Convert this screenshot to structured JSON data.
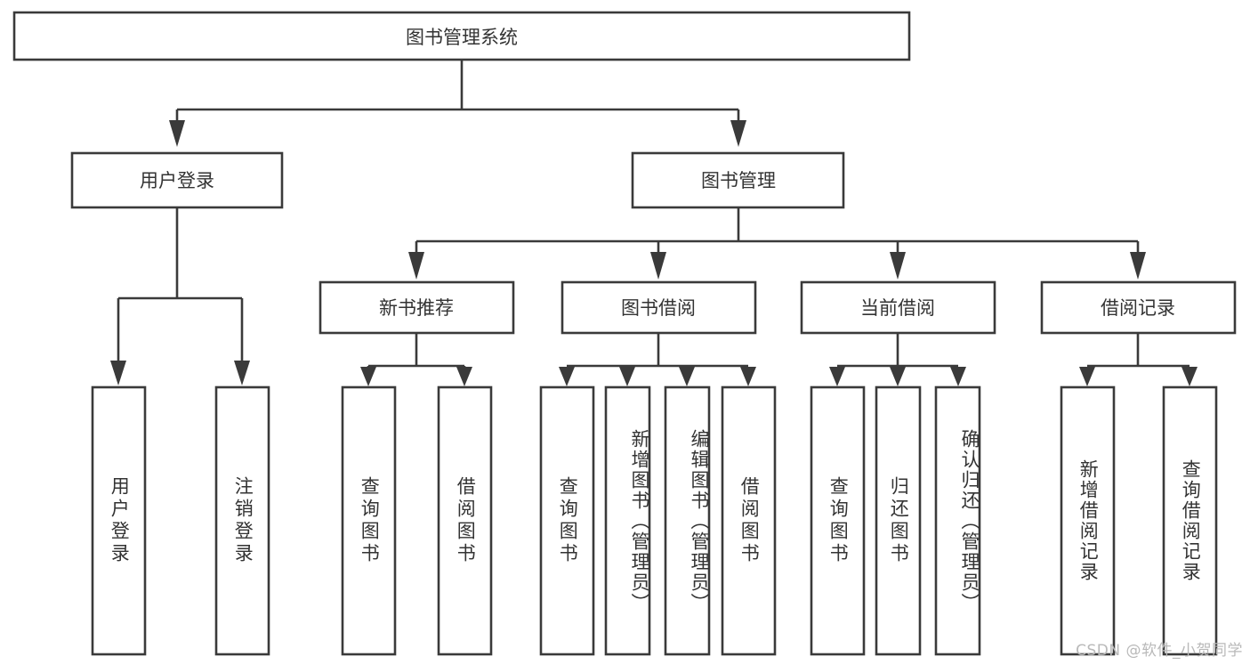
{
  "diagram": {
    "title": "图书管理系统",
    "type": "tree-hierarchy-chart",
    "orientation": "top-down",
    "colors": {
      "background": "#ffffff",
      "node_fill": "#ffffff",
      "node_stroke": "#3a3a3a",
      "text": "#333333",
      "watermark": "#b9b9b9"
    },
    "root": {
      "label": "图书管理系统"
    },
    "level2": [
      {
        "id": "user-login",
        "label": "用户登录"
      },
      {
        "id": "book-manage",
        "label": "图书管理"
      }
    ],
    "level3": [
      {
        "id": "new-book-recommend",
        "label": "新书推荐",
        "parent": "book-manage"
      },
      {
        "id": "book-borrow",
        "label": "图书借阅",
        "parent": "book-manage"
      },
      {
        "id": "current-borrow",
        "label": "当前借阅",
        "parent": "book-manage"
      },
      {
        "id": "borrow-record",
        "label": "借阅记录",
        "parent": "book-manage"
      }
    ],
    "leaves": [
      {
        "id": "leaf-user-login",
        "label": "用户登录",
        "parent": "user-login"
      },
      {
        "id": "leaf-user-logout",
        "label": "注销登录",
        "parent": "user-login"
      },
      {
        "id": "leaf-query-book-1",
        "label": "查询图书",
        "parent": "new-book-recommend"
      },
      {
        "id": "leaf-borrow-book-1",
        "label": "借阅图书",
        "parent": "new-book-recommend"
      },
      {
        "id": "leaf-query-book-2",
        "label": "查询图书",
        "parent": "book-borrow"
      },
      {
        "id": "leaf-add-book",
        "label": "新增图书（管理员）",
        "parent": "book-borrow"
      },
      {
        "id": "leaf-edit-book",
        "label": "编辑图书（管理员）",
        "parent": "book-borrow"
      },
      {
        "id": "leaf-borrow-book-2",
        "label": "借阅图书",
        "parent": "book-borrow"
      },
      {
        "id": "leaf-query-book-3",
        "label": "查询图书",
        "parent": "current-borrow"
      },
      {
        "id": "leaf-return-book",
        "label": "归还图书",
        "parent": "current-borrow"
      },
      {
        "id": "leaf-confirm-return",
        "label": "确认归还（管理员）",
        "parent": "current-borrow"
      },
      {
        "id": "leaf-add-record",
        "label": "新增借阅记录",
        "parent": "borrow-record"
      },
      {
        "id": "leaf-query-record",
        "label": "查询借阅记录",
        "parent": "borrow-record"
      }
    ],
    "watermark": "CSDN @软件_小贺同学"
  }
}
